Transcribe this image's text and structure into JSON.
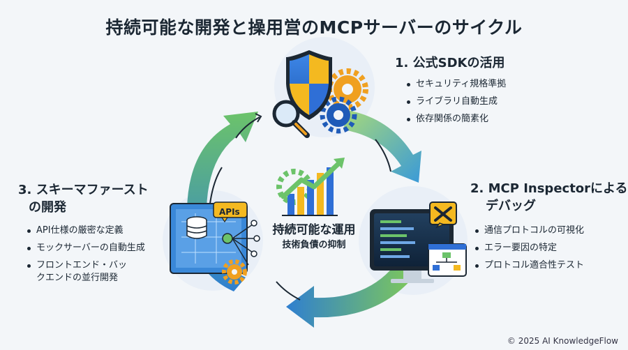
{
  "title": "持続可能な開発と操用営のMCPサーバーのサイクル",
  "center": {
    "main": "持続可能な運用",
    "sub": "技術負債の抑制"
  },
  "sections": [
    {
      "heading_lines": [
        "1. 公式SDKの活用"
      ],
      "bullets": [
        "セキュリティ規格準拠",
        "ライブラリ自動生成",
        "依存関係の簡素化"
      ]
    },
    {
      "heading_lines": [
        "2. MCP Inspectorによる",
        "デバッグ"
      ],
      "bullets": [
        "通信プロトコルの可視化",
        "エラー要因の特定",
        "プロトコル適合性テスト"
      ]
    },
    {
      "heading_lines": [
        "3. スキーマファースト",
        "の開発"
      ],
      "bullets": [
        "API仕様の厳密な定義",
        "モックサーバーの自動生成",
        "フロントエンド・バッ",
        "クエンドの並行開発"
      ]
    }
  ],
  "apis_label": "APIs",
  "footer": "© 2025 AI KnowledgeFlow",
  "icons": [
    "shield-icon",
    "gear-icon",
    "magnifier-icon",
    "growth-chart-icon",
    "monitor-icon",
    "tools-icon",
    "flowchart-icon",
    "blueprint-icon",
    "database-icon"
  ],
  "colors": {
    "arrow_green": "#7ec85a",
    "arrow_blue": "#2f7fd0",
    "shield_blue": "#2f6fd6",
    "shield_yellow": "#f4b920",
    "gear_orange": "#f0a020",
    "text": "#1b2733",
    "background": "#f3f6f9"
  }
}
